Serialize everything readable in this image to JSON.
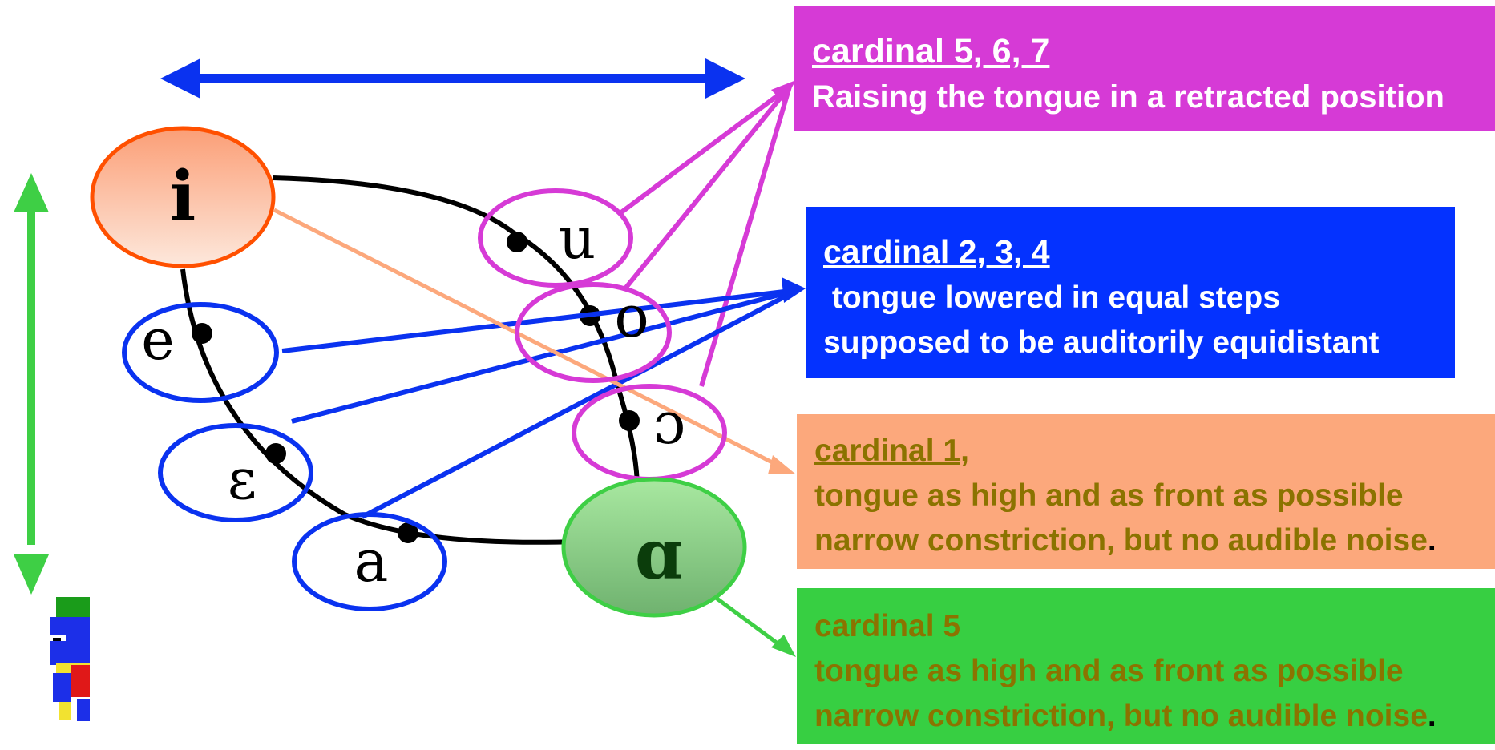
{
  "vowels": {
    "i": "i",
    "e": "e",
    "epsilon": "ε",
    "a": "a",
    "u": "u",
    "o": "o",
    "open_o": "ɔ",
    "alpha": "ɑ"
  },
  "boxes": {
    "back": {
      "title": "cardinal 5, 6, 7",
      "line1": "Raising the tongue in a retracted position"
    },
    "front": {
      "title": "cardinal 2, 3, 4",
      "line1": " tongue lowered in equal steps",
      "line2": "supposed to be auditorily equidistant"
    },
    "cardinal1": {
      "title": "cardinal 1,",
      "line1": "tongue as high and as front as possible",
      "line2": "narrow constriction, but no audible noise",
      "end": "."
    },
    "cardinal5": {
      "title": "cardinal 5",
      "line1": "tongue as high and as front as possible",
      "line2": "narrow constriction, but no audible noise",
      "end": "."
    }
  },
  "colors": {
    "magenta": "#d63ad6",
    "blue": "#0432ff",
    "orange": "#fca87c",
    "green": "#37cf42",
    "olive_text": "#8b7300",
    "ellipse_blue": "#0a32f0",
    "arrow_green": "#3ecf45",
    "arrow_blue": "#0a32f0",
    "orange_outline": "#ff5000"
  }
}
